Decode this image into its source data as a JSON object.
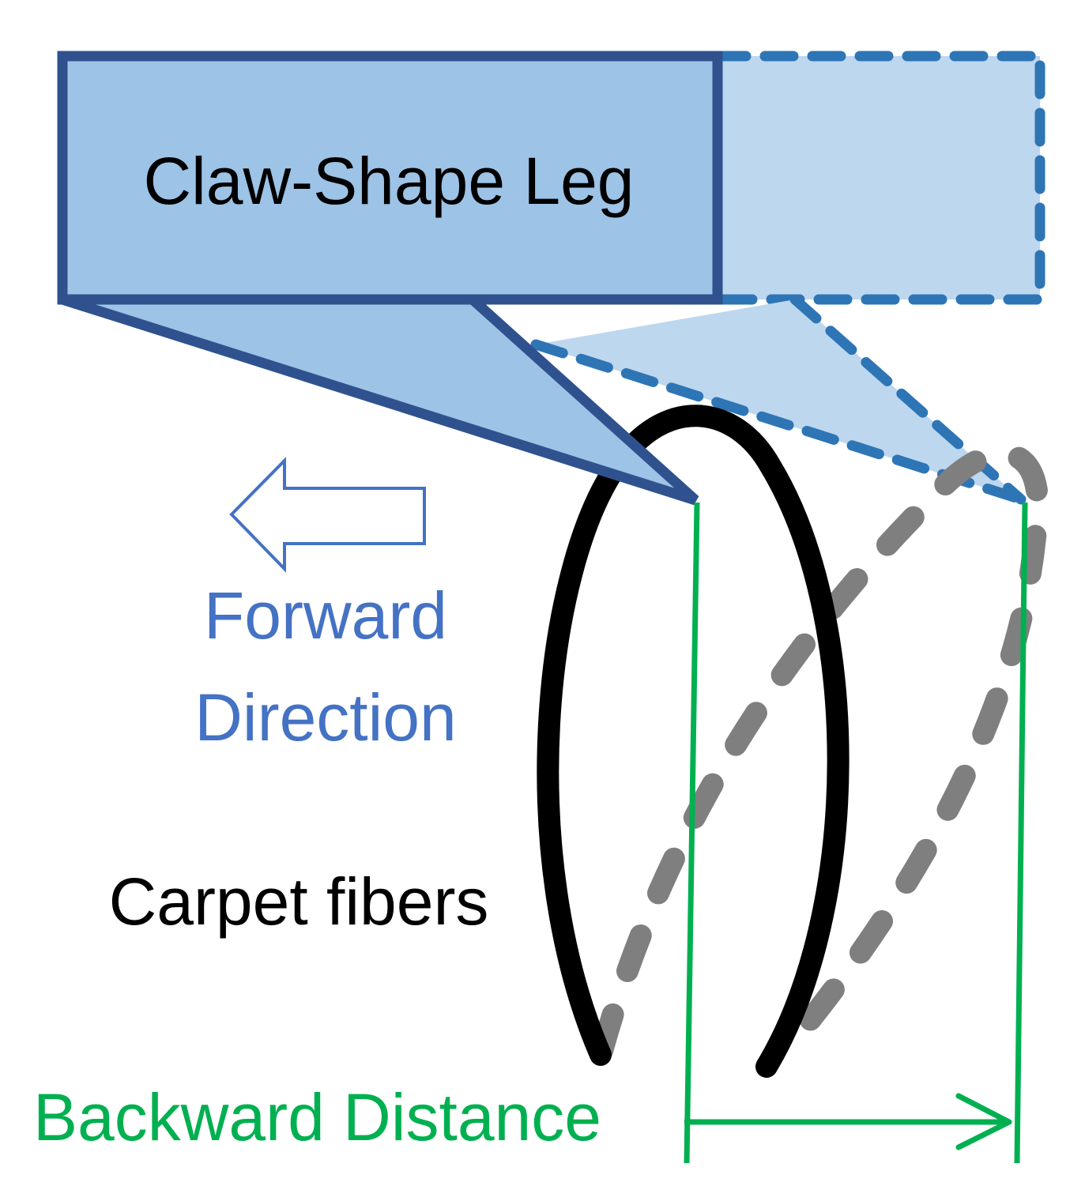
{
  "labels": {
    "leg": "Claw-Shape Leg",
    "forward_line1": "Forward",
    "forward_line2": "Direction",
    "fibers": "Carpet fibers",
    "distance": "Backward Distance"
  },
  "colors": {
    "leg_fill": "#9DC3E6",
    "leg_fill_ghost": "#BDD7EE",
    "leg_stroke": "#2F528F",
    "leg_stroke_ghost": "#2E75B6",
    "arrow_blue": "#4472C4",
    "fiber": "#000000",
    "fiber_ghost": "#7F7F7F",
    "measure_green": "#00B050",
    "text_black": "#000000"
  },
  "icons": {
    "forward_arrow": "left-arrow-outline-icon",
    "distance_arrow": "right-arrow-icon"
  }
}
